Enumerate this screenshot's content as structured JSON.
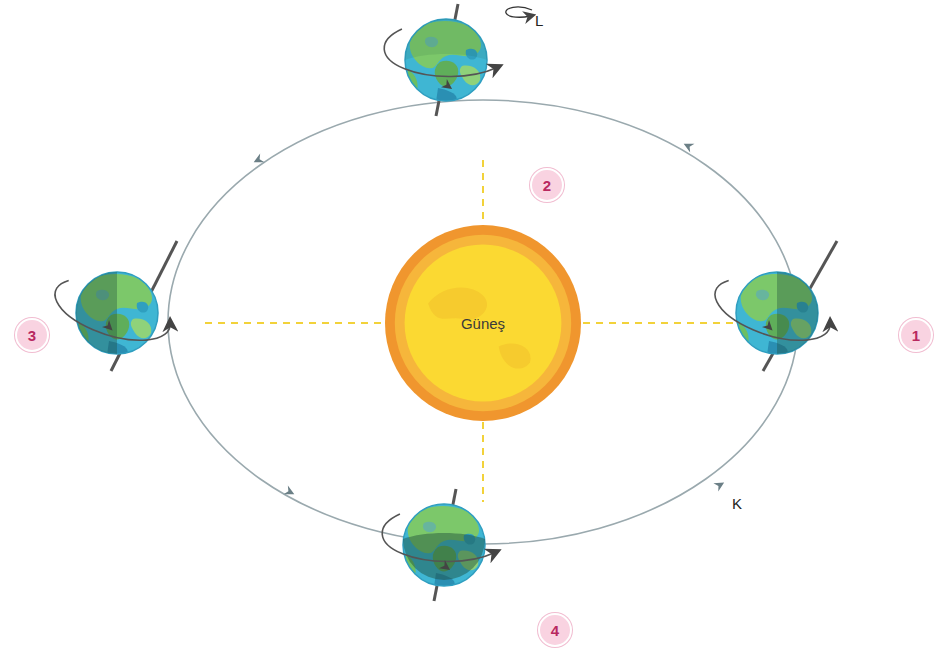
{
  "diagram": {
    "nodes": [
      {
        "text": [
          "2"
        ]
      },
      {
        "text": [
          "3"
        ]
      },
      {
        "text": [
          "Güneş"
        ]
      },
      {
        "text": [
          "1"
        ]
      },
      {
        "text": [
          "4"
        ]
      }
    ],
    "labels": [
      "L",
      "K"
    ]
  }
}
